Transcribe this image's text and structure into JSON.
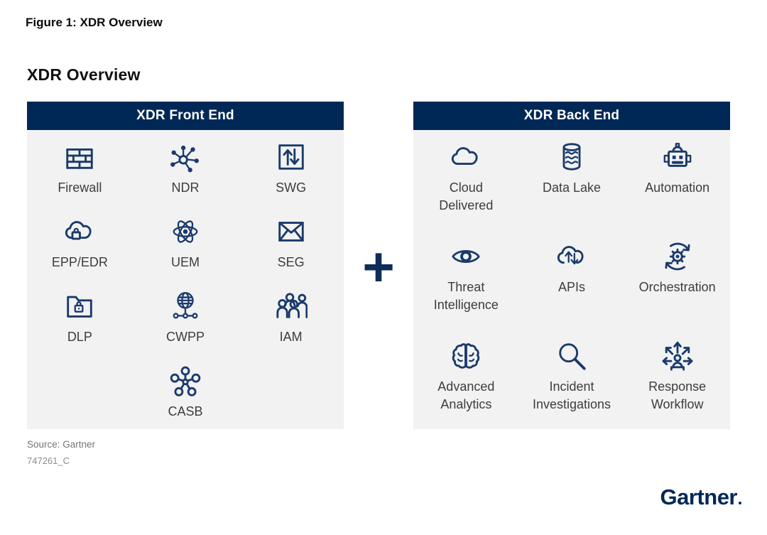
{
  "page": {
    "figure_title": "Figure 1: XDR Overview",
    "chart_title": "XDR Overview",
    "plus_sign": "+",
    "source_line1": "Source: Gartner",
    "source_line2": "747261_C",
    "brand": "Gartner"
  },
  "colors": {
    "header_navy": "#002856",
    "icon_navy": "#1a3a6b",
    "panel_background": "#f2f2f3",
    "label_text": "#3d3d3d",
    "muted_text": "#8b8b90"
  },
  "front_end": {
    "header": "XDR Front End",
    "items": [
      {
        "label": "Firewall",
        "icon": "firewall-bricks-icon"
      },
      {
        "label": "NDR",
        "icon": "network-hub-icon"
      },
      {
        "label": "SWG",
        "icon": "arrows-up-down-box-icon"
      },
      {
        "label": "EPP/EDR",
        "icon": "cloud-lock-icon"
      },
      {
        "label": "UEM",
        "icon": "atom-icon"
      },
      {
        "label": "SEG",
        "icon": "envelope-icon"
      },
      {
        "label": "DLP",
        "icon": "folder-lock-icon"
      },
      {
        "label": "CWPP",
        "icon": "globe-network-icon"
      },
      {
        "label": "IAM",
        "icon": "user-group-icon"
      },
      {
        "label": "CASB",
        "icon": "molecule-icon"
      }
    ]
  },
  "back_end": {
    "header": "XDR Back End",
    "items": [
      {
        "label": "Cloud\nDelivered",
        "icon": "cloud-icon"
      },
      {
        "label": "Data Lake",
        "icon": "database-waves-icon"
      },
      {
        "label": "Automation",
        "icon": "robot-icon"
      },
      {
        "label": "Threat\nIntelligence",
        "icon": "eye-icon"
      },
      {
        "label": "APIs",
        "icon": "cloud-arrows-icon"
      },
      {
        "label": "Orchestration",
        "icon": "gear-cycle-icon"
      },
      {
        "label": "Advanced\nAnalytics",
        "icon": "brain-icon"
      },
      {
        "label": "Incident\nInvestigations",
        "icon": "magnifier-icon"
      },
      {
        "label": "Response\nWorkflow",
        "icon": "person-arrows-icon"
      }
    ]
  }
}
